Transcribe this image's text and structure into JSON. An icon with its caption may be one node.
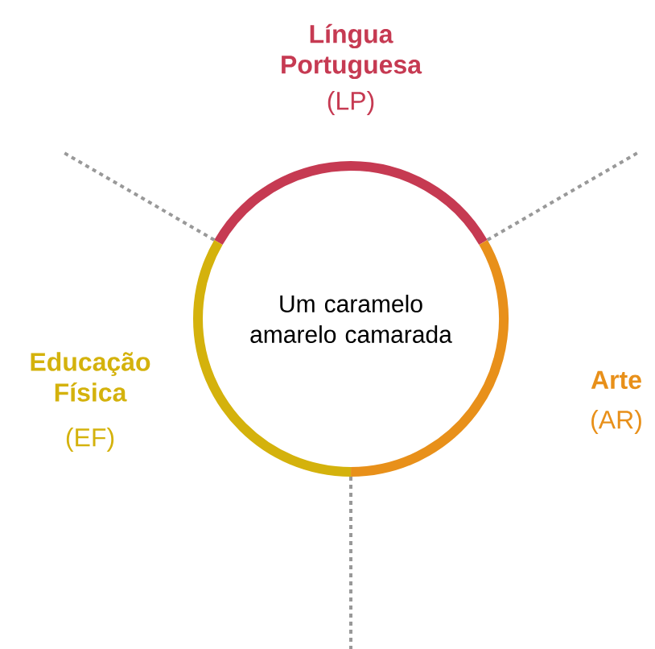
{
  "diagram": {
    "nodes": [
      {
        "text": [
          "Um caramelo amarelo camarada"
        ]
      }
    ],
    "labels": [
      "Língua Portuguesa",
      "(LP)",
      "Educação Física",
      "(EF)",
      "Arte",
      "(AR)"
    ]
  }
}
